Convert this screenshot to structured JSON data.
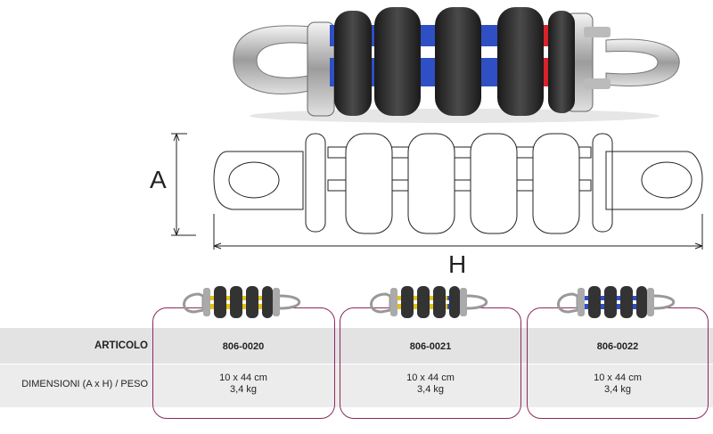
{
  "drawing": {
    "dim_a": "A",
    "dim_h": "H"
  },
  "table": {
    "row_labels": {
      "articolo": "ARTICOLO",
      "dimensioni": "DIMENSIONI (A x H) / PESO"
    },
    "products": [
      {
        "code": "806-0020",
        "dimensions": "10 x 44 cm",
        "weight": "3,4 kg",
        "accent": "#e2c21b"
      },
      {
        "code": "806-0021",
        "dimensions": "10 x 44 cm",
        "weight": "3,4 kg",
        "accent": "#e2c21b"
      },
      {
        "code": "806-0022",
        "dimensions": "10 x 44 cm",
        "weight": "3,4 kg",
        "accent": "#2f4fc4"
      }
    ]
  },
  "colors": {
    "frame": "#8a2b5c",
    "blue": "#2f4fc4",
    "red": "#d8232a",
    "rubber": "#2b2b2b",
    "steel": "#c9c9c9"
  }
}
